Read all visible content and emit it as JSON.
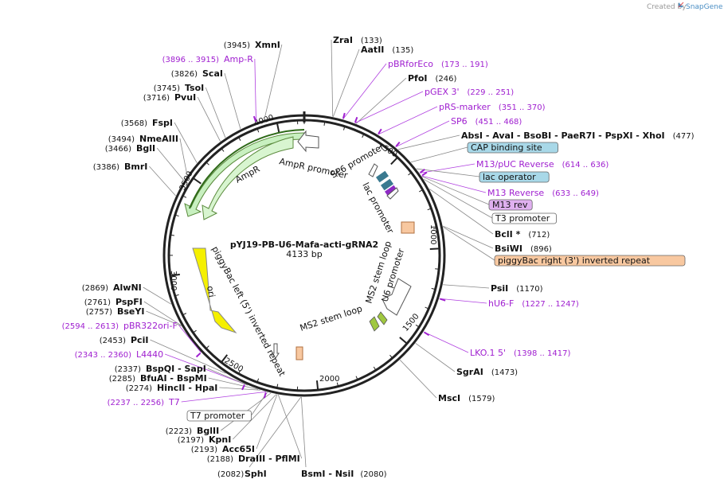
{
  "brand": {
    "created_by": "Created by",
    "app": "SnapGene"
  },
  "plasmid": {
    "name": "pYJ19-PB-U6-Mafa-acti-gRNA2",
    "size": "4133 bp"
  },
  "ticks": [
    "500",
    "1000",
    "1500",
    "2000",
    "2500",
    "3000",
    "3500",
    "4000"
  ],
  "features": [
    {
      "label": "AmpR promoter"
    },
    {
      "label": "AmpR"
    },
    {
      "label": "SP6 promoter"
    },
    {
      "label": "lac promoter"
    },
    {
      "label": "ori"
    },
    {
      "label": "piggyBac left (5') inverted repeat"
    },
    {
      "label": "MS2 stem loop"
    },
    {
      "label": "U6 promoter"
    },
    {
      "label": "MS2 stem loop"
    }
  ],
  "right_labels": [
    {
      "kind": "enzyme",
      "name": "ZraI",
      "pos": "(133)"
    },
    {
      "kind": "enzyme",
      "name": "AatII",
      "pos": "(135)"
    },
    {
      "kind": "primer",
      "name": "pBRforEco",
      "pos": "(173 .. 191)"
    },
    {
      "kind": "enzyme",
      "name": "PfoI",
      "pos": "(246)"
    },
    {
      "kind": "primer",
      "name": "pGEX 3'",
      "pos": "(229 .. 251)"
    },
    {
      "kind": "primer",
      "name": "pRS-marker",
      "pos": "(351 .. 370)"
    },
    {
      "kind": "primer",
      "name": "SP6",
      "pos": "(451 .. 468)"
    },
    {
      "kind": "enzyme",
      "name": "AbsI  -  AvaI  -  BsoBI  -  PaeR7I  -  PspXI  -  XhoI",
      "pos": "(477)"
    },
    {
      "kind": "box",
      "name": "CAP binding site",
      "color": "#a8d8e8"
    },
    {
      "kind": "primer",
      "name": "M13/pUC Reverse",
      "pos": "(614 .. 636)"
    },
    {
      "kind": "box",
      "name": "lac operator",
      "color": "#a8d8e8"
    },
    {
      "kind": "primer",
      "name": "M13 Reverse",
      "pos": "(633 .. 649)"
    },
    {
      "kind": "box",
      "name": "M13 rev",
      "color": "#e0b0f0"
    },
    {
      "kind": "box",
      "name": "T3 promoter",
      "color": "#ffffff"
    },
    {
      "kind": "enzyme",
      "name": "BclI *",
      "pos": "(712)"
    },
    {
      "kind": "enzyme",
      "name": "BsiWI",
      "pos": "(896)"
    },
    {
      "kind": "box",
      "name": "piggyBac right (3') inverted repeat",
      "color": "#f8c8a0"
    },
    {
      "kind": "enzyme",
      "name": "PsiI",
      "pos": "(1170)"
    },
    {
      "kind": "primer",
      "name": "hU6-F",
      "pos": "(1227 .. 1247)"
    },
    {
      "kind": "primer",
      "name": "LKO.1 5'",
      "pos": "(1398 .. 1417)"
    },
    {
      "kind": "enzyme",
      "name": "SgrAI",
      "pos": "(1473)"
    },
    {
      "kind": "enzyme",
      "name": "MscI",
      "pos": "(1579)"
    }
  ],
  "left_labels": [
    {
      "kind": "enzyme",
      "name": "XmnI",
      "pos": "(3945)"
    },
    {
      "kind": "primer",
      "name": "Amp-R",
      "pos": "(3896 .. 3915)"
    },
    {
      "kind": "enzyme",
      "name": "ScaI",
      "pos": "(3826)"
    },
    {
      "kind": "enzyme",
      "name": "TsoI",
      "pos": "(3745)"
    },
    {
      "kind": "enzyme",
      "name": "PvuI",
      "pos": "(3716)"
    },
    {
      "kind": "enzyme",
      "name": "FspI",
      "pos": "(3568)"
    },
    {
      "kind": "enzyme",
      "name": "NmeAIII",
      "pos": "(3494)"
    },
    {
      "kind": "enzyme",
      "name": "BglI",
      "pos": "(3466)"
    },
    {
      "kind": "enzyme",
      "name": "BmrI",
      "pos": "(3386)"
    },
    {
      "kind": "enzyme",
      "name": "AlwNI",
      "pos": "(2869)"
    },
    {
      "kind": "enzyme",
      "name": "PspFI",
      "pos": "(2761)"
    },
    {
      "kind": "enzyme",
      "name": "BseYI",
      "pos": "(2757)"
    },
    {
      "kind": "primer",
      "name": "pBR322ori-F",
      "pos": "(2594 .. 2613)"
    },
    {
      "kind": "enzyme",
      "name": "PciI",
      "pos": "(2453)"
    },
    {
      "kind": "primer",
      "name": "L4440",
      "pos": "(2343 .. 2360)"
    },
    {
      "kind": "enzyme",
      "name": "BspQI  -  SapI",
      "pos": "(2337)"
    },
    {
      "kind": "enzyme",
      "name": "BfuAI  -  BspMI",
      "pos": "(2285)"
    },
    {
      "kind": "enzyme",
      "name": "HincII  -  HpaI",
      "pos": "(2274)"
    },
    {
      "kind": "primer",
      "name": "T7",
      "pos": "(2237 .. 2256)"
    },
    {
      "kind": "box",
      "name": "T7 promoter",
      "color": "#ffffff"
    },
    {
      "kind": "enzyme",
      "name": "BglII",
      "pos": "(2223)"
    },
    {
      "kind": "enzyme",
      "name": "KpnI",
      "pos": "(2197)"
    },
    {
      "kind": "enzyme",
      "name": "Acc65I",
      "pos": "(2193)"
    },
    {
      "kind": "enzyme",
      "name": "DraIII  -  PflMI",
      "pos": "(2188)"
    }
  ],
  "bottom_labels": [
    {
      "kind": "enzyme",
      "name": "SphI",
      "pos": "(2082)"
    },
    {
      "kind": "enzyme",
      "name": "BsmI  -  NsiI",
      "pos": "(2080)"
    }
  ]
}
